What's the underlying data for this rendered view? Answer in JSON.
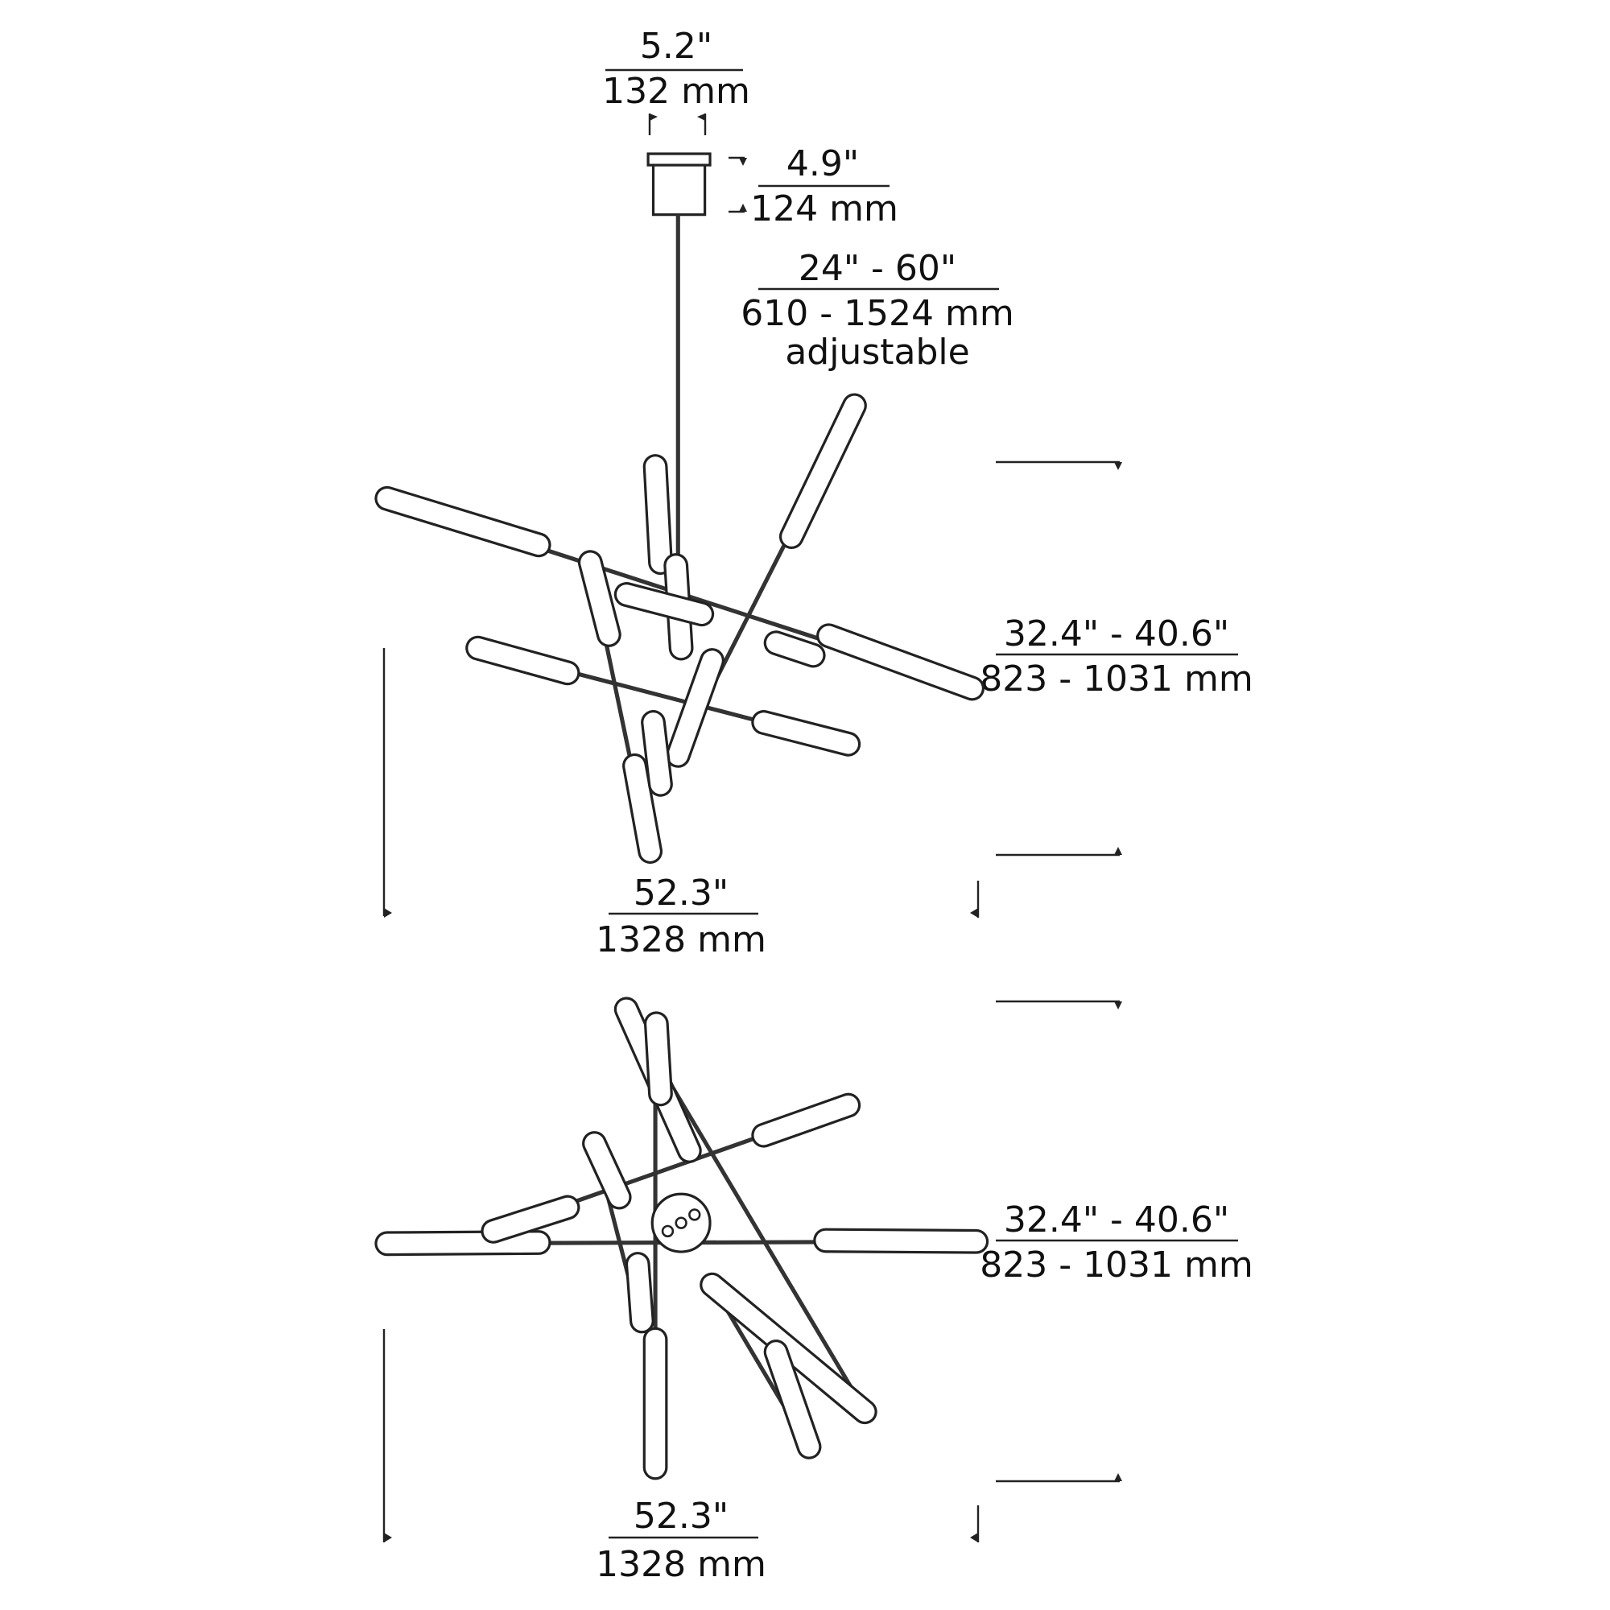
{
  "title": "Chandelier dimension drawing",
  "elevation_view": {
    "canopy_width": {
      "imperial": "5.2\"",
      "metric": "132 mm"
    },
    "canopy_height": {
      "imperial": "4.9\"",
      "metric": "124 mm"
    },
    "stem_length": {
      "imperial": "24\" - 60\"",
      "metric": "610 - 1524 mm",
      "note": "adjustable"
    },
    "fixture_height": {
      "imperial": "32.4\" - 40.6\"",
      "metric": "823 - 1031 mm"
    },
    "fixture_width": {
      "imperial": "52.3\"",
      "metric": "1328 mm"
    }
  },
  "plan_view": {
    "fixture_depth": {
      "imperial": "32.4\" - 40.6\"",
      "metric": "823 - 1031 mm"
    },
    "fixture_width": {
      "imperial": "52.3\"",
      "metric": "1328 mm"
    }
  },
  "colors": {
    "line": "#222222",
    "background": "#ffffff"
  }
}
